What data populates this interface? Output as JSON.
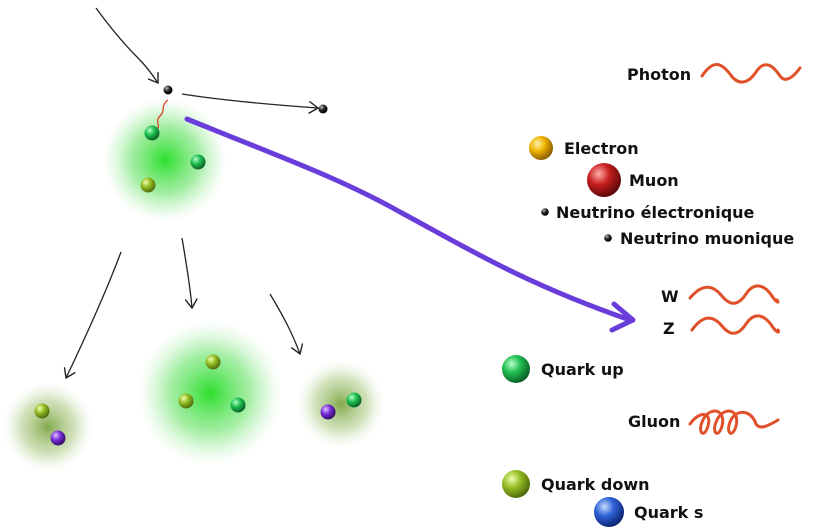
{
  "legend": {
    "photon": "Photon",
    "electron": "Electron",
    "muon": "Muon",
    "neutrino_e": "Neutrino électronique",
    "neutrino_mu": "Neutrino muonique",
    "w": "W",
    "z": "Z",
    "quark_up": "Quark up",
    "gluon": "Gluon",
    "quark_down": "Quark down",
    "quark_s": "Quark s"
  },
  "colors": {
    "wave": "#e0502a",
    "big_arrow": "#6a3ddb",
    "quark_up": "#1faa4a",
    "quark_down": "#8fb523",
    "quark_s": "#2a55c8",
    "electron": "#e8a800",
    "muon": "#b81e1e",
    "neutrino": "#111111",
    "hadron_glow": "#27d427",
    "meson_glow": "#7aa63a"
  },
  "icons": [
    "photon-wave-icon",
    "gluon-coil-icon",
    "w-wave-icon",
    "z-wave-icon"
  ]
}
